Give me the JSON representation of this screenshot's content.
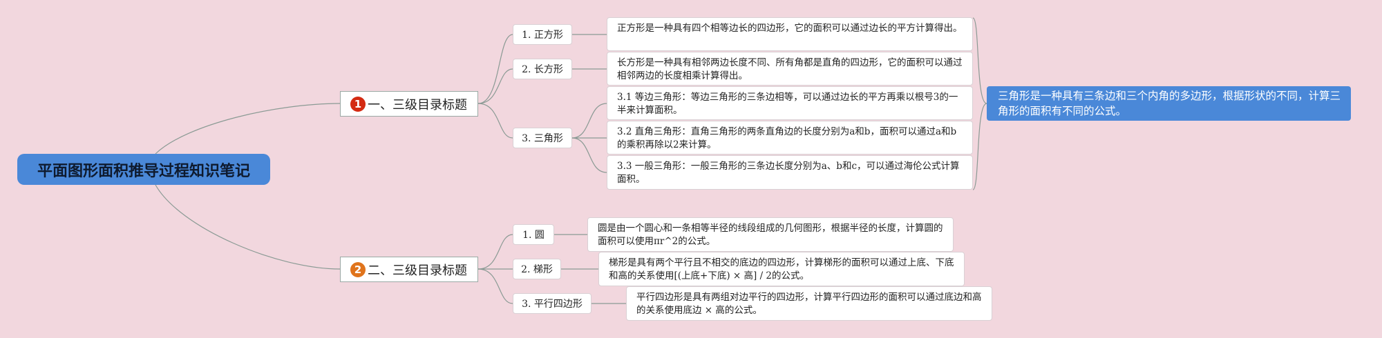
{
  "root": {
    "title": "平面图形面积推导过程知识笔记"
  },
  "branches": [
    {
      "badge": "1",
      "badge_color": "#d42a12",
      "title": "一、三级目录标题",
      "items": [
        {
          "label": "1. 正方形",
          "detail": "正方形是一种具有四个相等边长的四边形，它的面积可以通过边长的平方计算得出。"
        },
        {
          "label": "2. 长方形",
          "detail": "长方形是一种具有相邻两边长度不同、所有角都是直角的四边形，它的面积可以通过相邻两边的长度相乘计算得出。"
        },
        {
          "label": "3. 三角形",
          "subs": [
            "3.1 等边三角形：等边三角形的三条边相等，可以通过边长的平方再乘以根号3的一半来计算面积。",
            "3.2 直角三角形：直角三角形的两条直角边的长度分别为a和b，面积可以通过a和b的乘积再除以2来计算。",
            "3.3 一般三角形：一般三角形的三条边长度分别为a、b和c，可以通过海伦公式计算面积。"
          ]
        }
      ]
    },
    {
      "badge": "2",
      "badge_color": "#e0741c",
      "title": "二、三级目录标题",
      "items": [
        {
          "label": "1. 圆",
          "detail": "圆是由一个圆心和一条相等半径的线段组成的几何图形，根据半径的长度，计算圆的面积可以使用πr^2的公式。"
        },
        {
          "label": "2. 梯形",
          "detail": "梯形是具有两个平行且不相交的底边的四边形，计算梯形的面积可以通过上底、下底和高的关系使用[(上底+下底) × 高] / 2的公式。"
        },
        {
          "label": "3. 平行四边形",
          "detail": "平行四边形是具有两组对边平行的四边形，计算平行四边形的面积可以通过底边和高的关系使用底边 × 高的公式。"
        }
      ]
    }
  ],
  "summary": {
    "text": "三角形是一种具有三条边和三个内角的多边形，根据形状的不同，计算三角形的面积有不同的公式。"
  },
  "colors": {
    "background": "#f2d7de",
    "root": "#4a88d8",
    "summary": "#4a88d8",
    "line": "#8a9a94"
  }
}
